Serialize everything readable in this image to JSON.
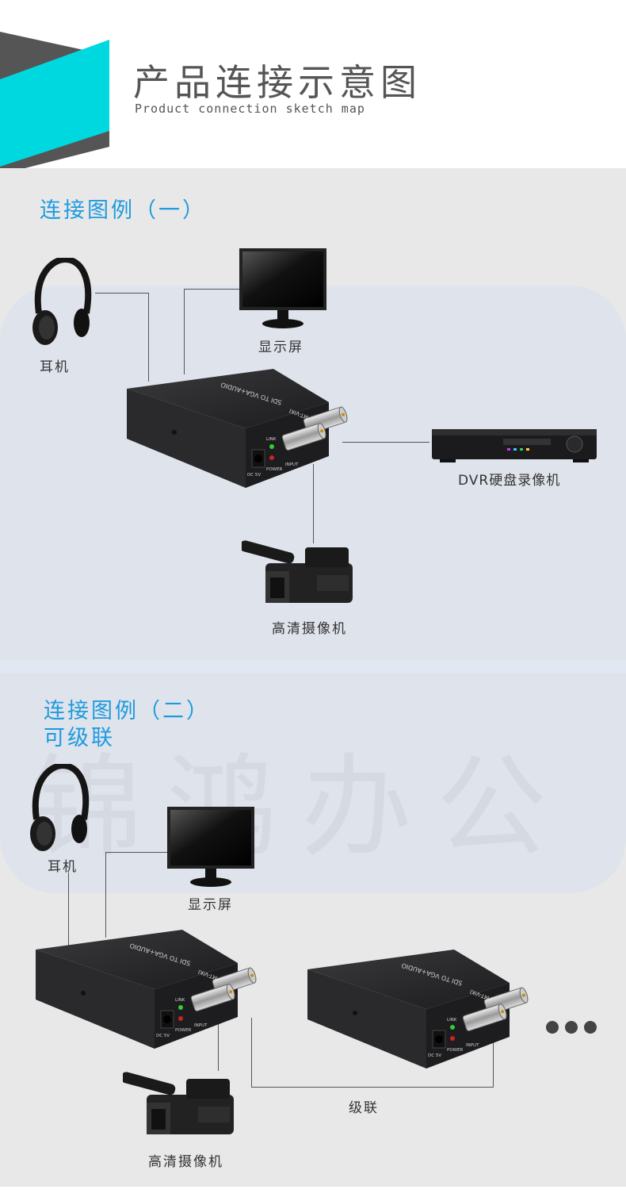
{
  "header": {
    "title": "产品连接示意图",
    "subtitle": "Product connection sketch map",
    "accent": "#00d8e0",
    "dark": "#555555"
  },
  "watermark": "锦鸿办公",
  "device": {
    "model": "SDI TO VGA+AUDIO",
    "brand": "MT-VIKI",
    "led_link": "LINK",
    "led_power": "POWER",
    "input": "INPUT",
    "dc": "DC 5V"
  },
  "diagram1": {
    "title": "连接图例（一）",
    "headphones": "耳机",
    "monitor": "显示屏",
    "dvr": "DVR硬盘录像机",
    "camera": "高清摄像机"
  },
  "diagram2": {
    "title": "连接图例（二）",
    "subtitle": "可级联",
    "headphones": "耳机",
    "monitor": "显示屏",
    "camera": "高清摄像机",
    "cascade": "级联"
  }
}
